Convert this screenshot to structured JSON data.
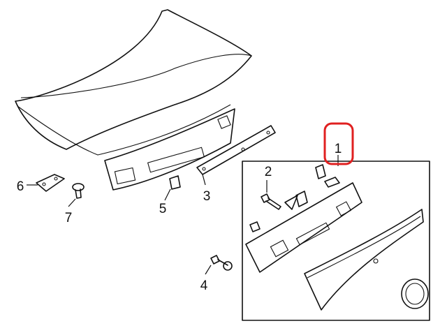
{
  "diagram": {
    "callouts": [
      {
        "id": "1",
        "label": "1",
        "highlighted": true
      },
      {
        "id": "2",
        "label": "2"
      },
      {
        "id": "3",
        "label": "3"
      },
      {
        "id": "4",
        "label": "4"
      },
      {
        "id": "5",
        "label": "5"
      },
      {
        "id": "6",
        "label": "6"
      },
      {
        "id": "7",
        "label": "7"
      }
    ],
    "highlight_color": "#e02020",
    "line_color": "#111111"
  }
}
